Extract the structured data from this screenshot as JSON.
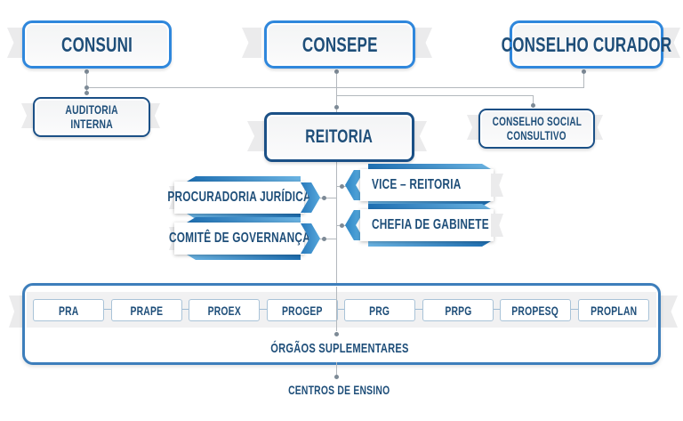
{
  "diagram": {
    "type": "organizational-chart",
    "palette": {
      "bright_blue_border": "#2f87dc",
      "navy_border": "#1b5086",
      "text_navy": "#1e4e79",
      "container_blue": "#3d7ebb",
      "stripe_dark": "#1e6fb2",
      "stripe_light": "#6ab3e2",
      "connector_gray": "#b3b8bd"
    },
    "nodes": {
      "consuni": "CONSUNI",
      "consepe": "CONSEPE",
      "conselho_curador": "CONSELHO CURADOR",
      "auditoria_line1": "AUDITORIA",
      "auditoria_line2": "INTERNA",
      "reitoria": "REITORIA",
      "conselho_social_line1": "CONSELHO SOCIAL",
      "conselho_social_line2": "CONSULTIVO",
      "procuradoria_juridica": "PROCURADORIA JURÍDICA",
      "comite_governanca": "COMITÊ DE GOVERNANÇA",
      "vice_reitoria": "VICE – REITORIA",
      "chefia_gabinete": "CHEFIA DE GABINETE",
      "pro_reitorias": [
        "PRA",
        "PRAPE",
        "PROEX",
        "PROGEP",
        "PRG",
        "PRPG",
        "PROPESQ",
        "PROPLAN"
      ],
      "orgaos_suplementares": "ÓRGÃOS SUPLEMENTARES",
      "centros_ensino": "CENTROS DE ENSINO"
    }
  }
}
